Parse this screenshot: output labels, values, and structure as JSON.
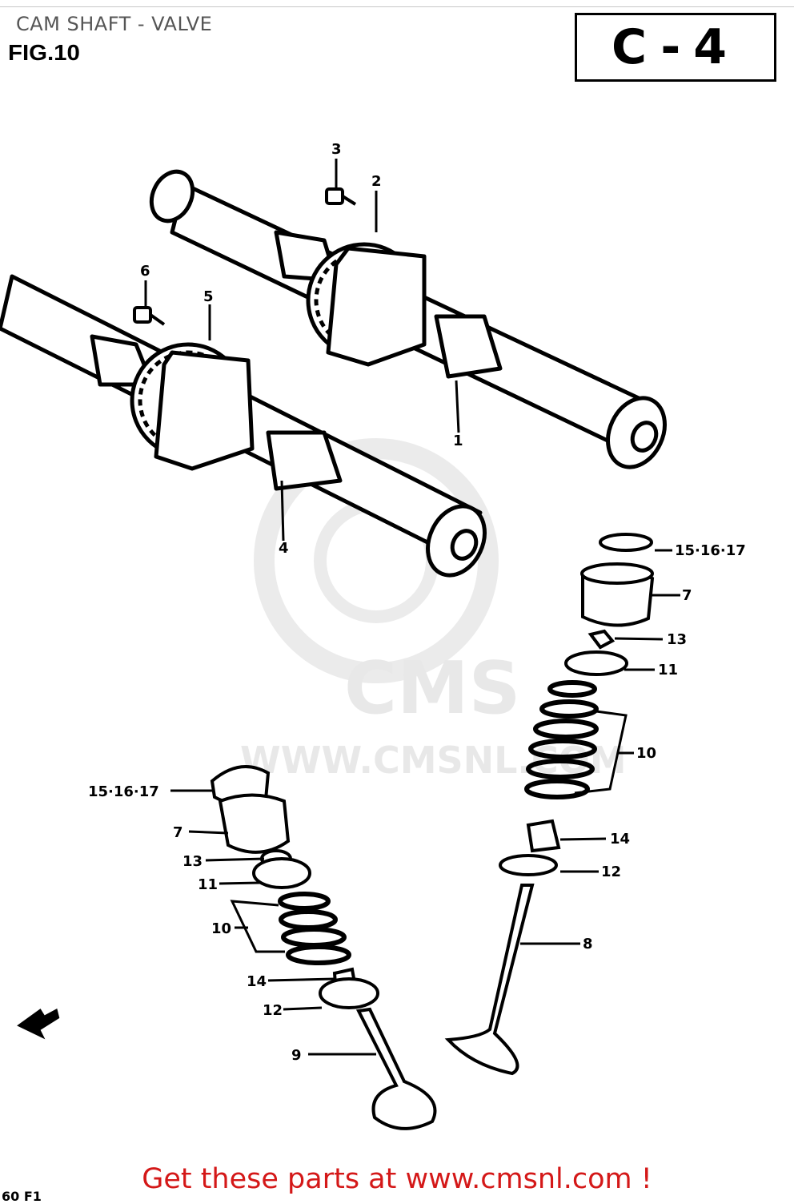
{
  "header": {
    "title": "CAM SHAFT - VALVE",
    "figure_label": "FIG.10",
    "section_code": "C-4"
  },
  "watermark": {
    "brand": "CMS",
    "url": "WWW.CMSNL.COM"
  },
  "callouts": {
    "c1": "1",
    "c2": "2",
    "c3": "3",
    "c4": "4",
    "c5": "5",
    "c6": "6",
    "c7a": "7",
    "c7b": "7",
    "c8": "8",
    "c9": "9",
    "c10a": "10",
    "c10b": "10",
    "c11a": "11",
    "c11b": "11",
    "c12a": "12",
    "c12b": "12",
    "c13a": "13",
    "c13b": "13",
    "c14a": "14",
    "c14b": "14",
    "c15a": "15·16·17",
    "c15b": "15·16·17"
  },
  "footer": {
    "cta": "Get these parts at www.cmsnl.com !"
  },
  "corner_code": "60 F1",
  "colors": {
    "footer_text": "#d41818",
    "ink": "#000000",
    "watermark": "#e8e8e8"
  }
}
